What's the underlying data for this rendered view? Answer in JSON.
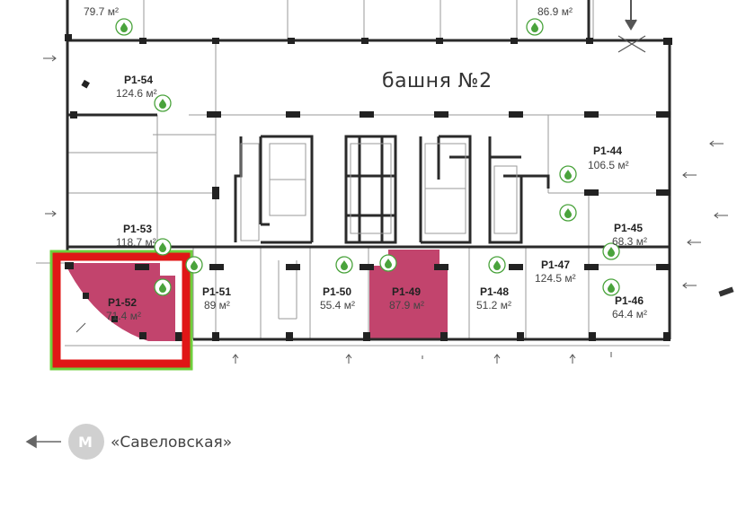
{
  "tower_label": "башня №2",
  "metro": {
    "letter": "М",
    "station": "«Савеловская»"
  },
  "colors": {
    "accent_unit": "#c2446d",
    "highlight_border": "#e01616",
    "highlight_outline": "#6fcf3c",
    "drop_icon": "#4aa33c"
  },
  "units": [
    {
      "id": "top-left",
      "title": "",
      "area": "79.7 м²"
    },
    {
      "id": "top-right",
      "title": "",
      "area": "86.9 м²"
    },
    {
      "id": "p1-54",
      "title": "P1-54",
      "area": "124.6 м²"
    },
    {
      "id": "p1-53",
      "title": "P1-53",
      "area": "118.7 м²"
    },
    {
      "id": "p1-52",
      "title": "P1-52",
      "area": "71.4 м²",
      "selected": true
    },
    {
      "id": "p1-51",
      "title": "P1-51",
      "area": "89 м²"
    },
    {
      "id": "p1-50",
      "title": "P1-50",
      "area": "55.4 м²"
    },
    {
      "id": "p1-49",
      "title": "P1-49",
      "area": "87.9 м²",
      "occupied": true
    },
    {
      "id": "p1-48",
      "title": "P1-48",
      "area": "51.2 м²"
    },
    {
      "id": "p1-47",
      "title": "P1-47",
      "area": "124.5 м²"
    },
    {
      "id": "p1-46",
      "title": "P1-46",
      "area": "64.4 м²"
    },
    {
      "id": "p1-45",
      "title": "P1-45",
      "area": "68.3 м²"
    },
    {
      "id": "p1-44",
      "title": "P1-44",
      "area": "106.5 м²"
    }
  ]
}
